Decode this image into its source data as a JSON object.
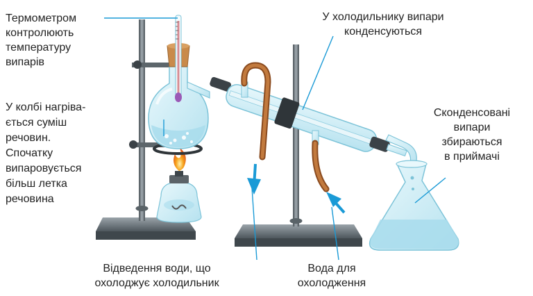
{
  "labels": {
    "thermometer": [
      "Термометром",
      "контролюють",
      "температуру",
      "випарів"
    ],
    "condenser": [
      "У холодильнику випари",
      "конденсуються"
    ],
    "flask": [
      "У колбі нагріва-",
      "ється суміш",
      "речовин.",
      "Спочатку",
      "випаровується",
      "більш летка",
      "речовина"
    ],
    "receiver": [
      "Сконденсовані",
      "випари",
      "збираються",
      "в приймачі"
    ],
    "water_out": [
      "Відведення води, що",
      "охолоджує холодильник"
    ],
    "water_in": [
      "Вода для",
      "охолодження"
    ]
  },
  "colors": {
    "glass": "#cfeef6",
    "glass_edge": "#7cc3d8",
    "liquid": "#a8dcec",
    "tube": "#b86a2e",
    "stand": "#6d7880",
    "arrow": "#1a9ad6",
    "stopper": "#c98a4a",
    "flame": "#f6a21a"
  }
}
